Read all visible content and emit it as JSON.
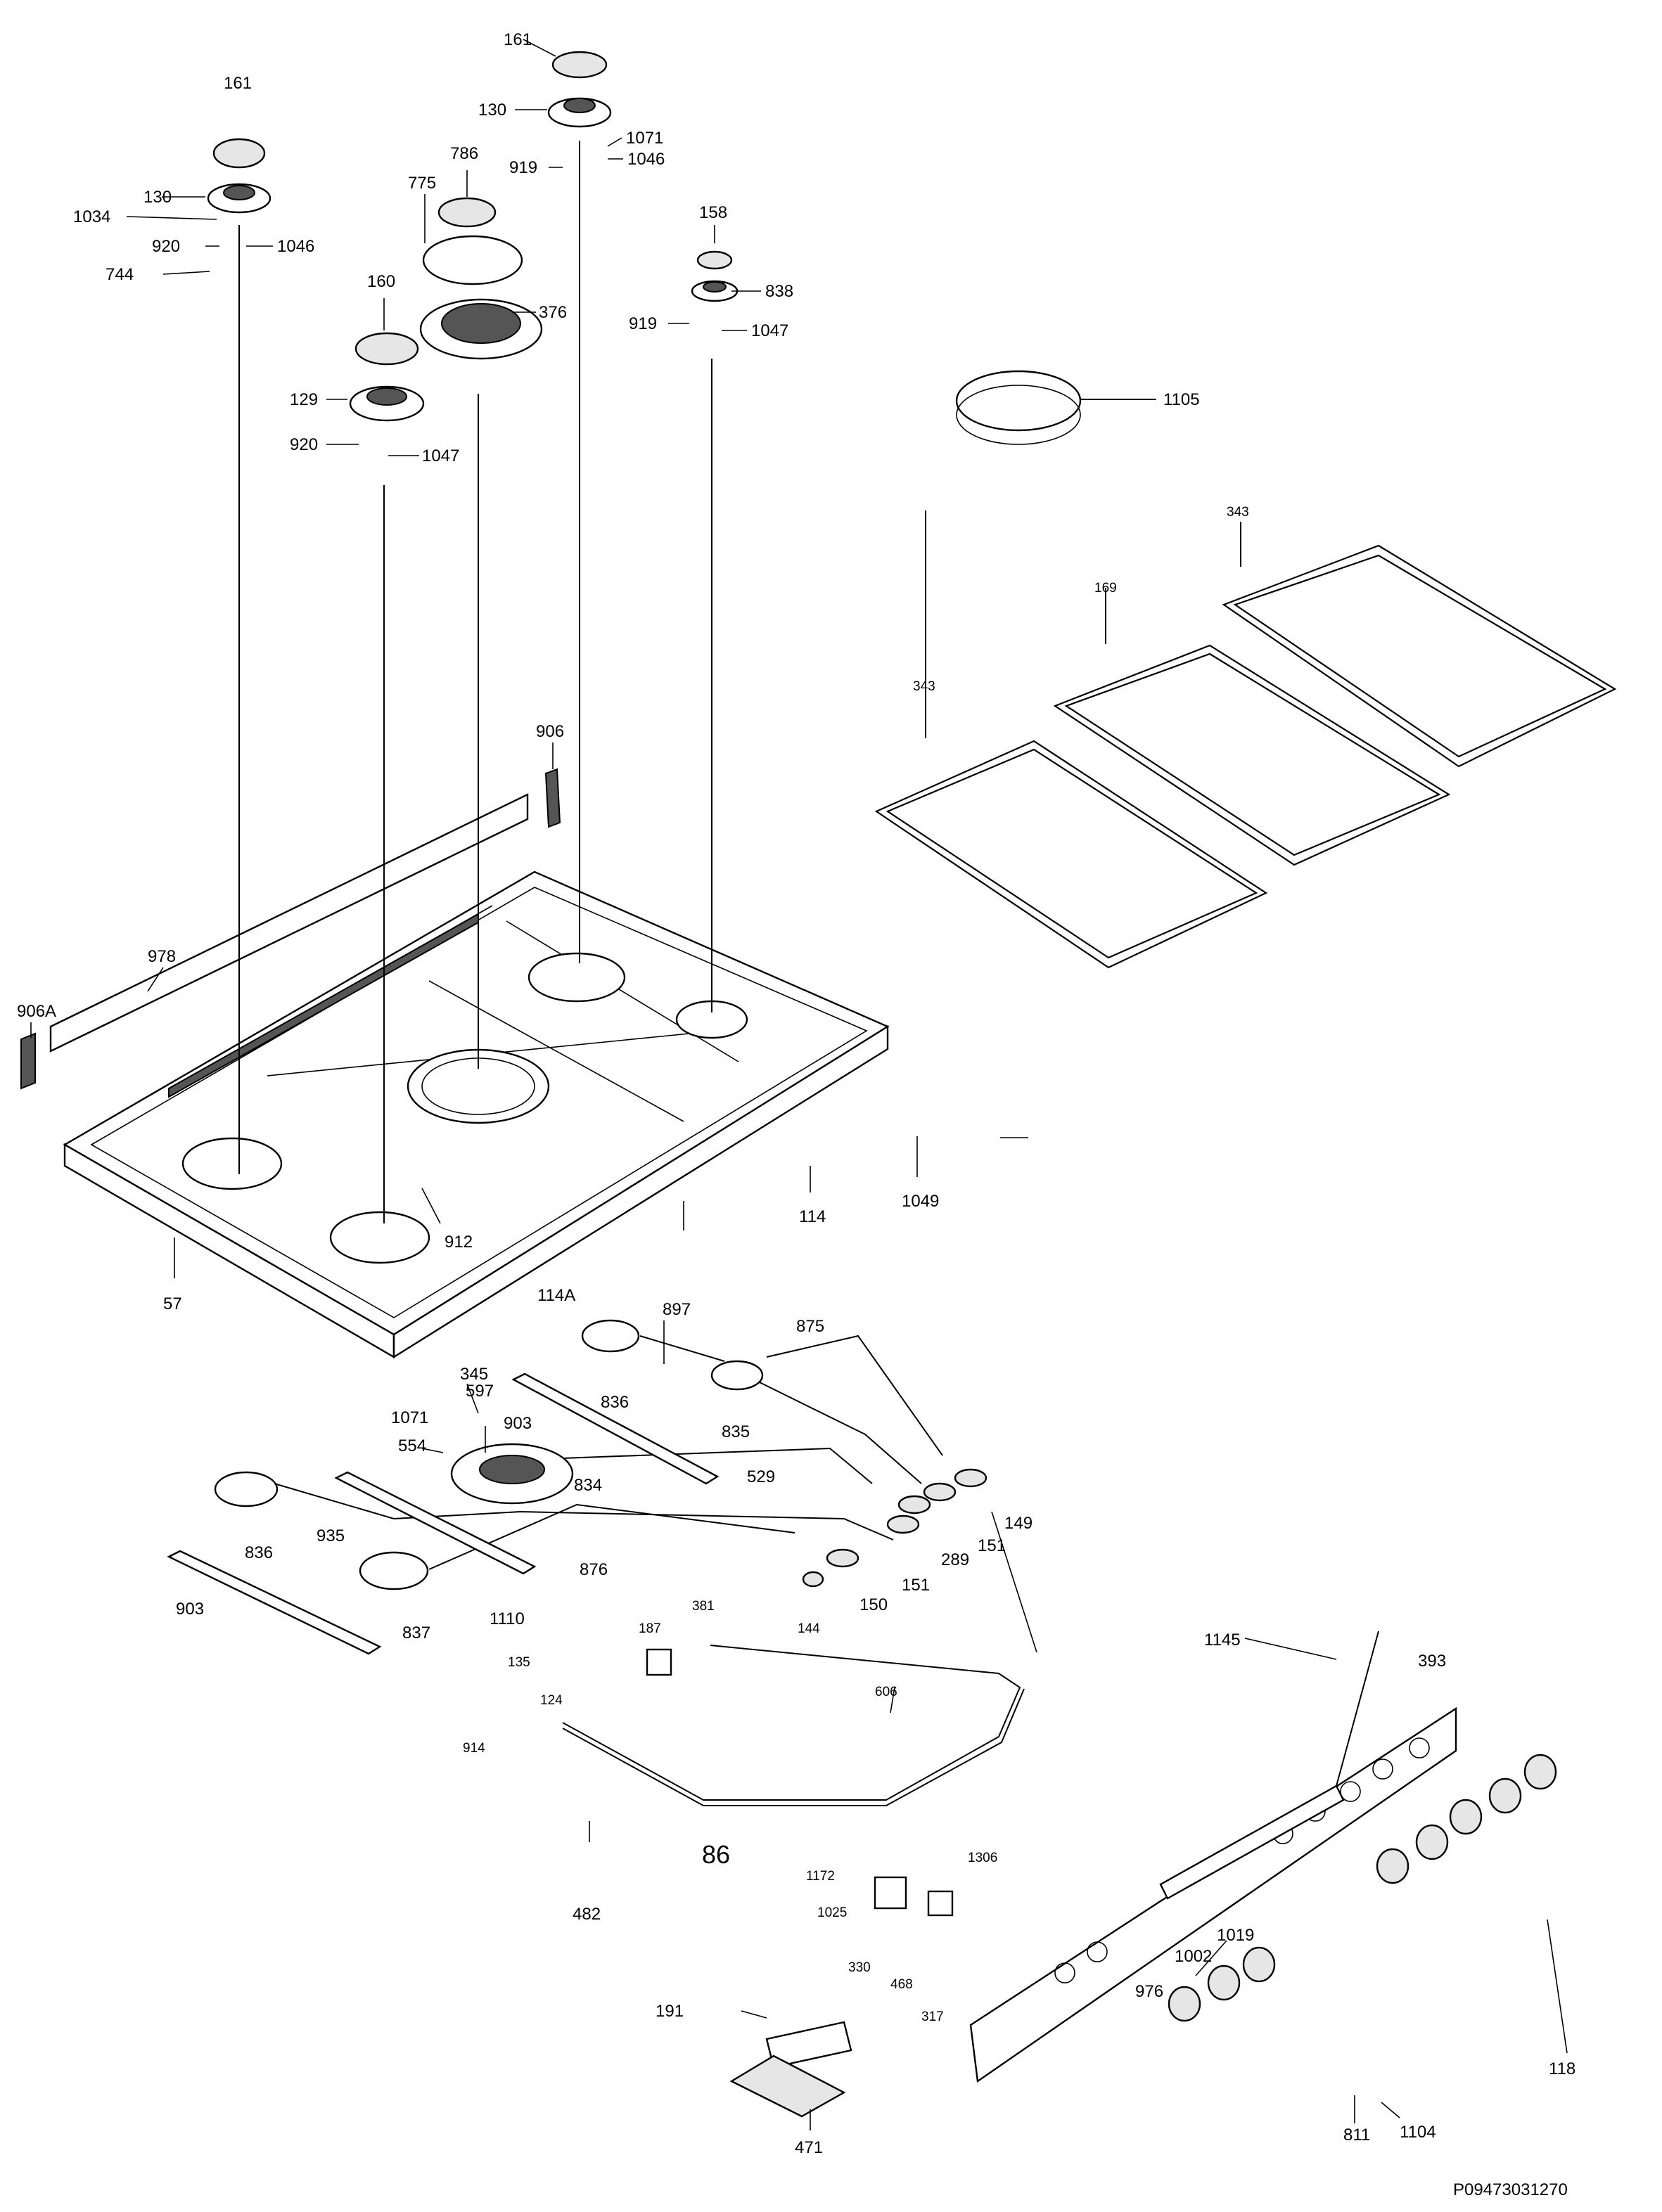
{
  "diagram": {
    "reference_code": "P09473031270",
    "labels": {
      "c161a": "161",
      "c161b": "161",
      "c130a": "130",
      "c130b": "130",
      "c1034": "1034",
      "c920a": "920",
      "c1046a": "1046",
      "c744": "744",
      "c786": "786",
      "c775": "775",
      "c376": "376",
      "c160": "160",
      "c129": "129",
      "c920b": "920",
      "c1047a": "1047",
      "c1071a": "1071",
      "c1046b": "1046",
      "c919a": "919",
      "c158": "158",
      "c838": "838",
      "c919b": "919",
      "c1047b": "1047",
      "c1105": "1105",
      "c343a": "343",
      "c169": "169",
      "c343b": "343",
      "c906": "906",
      "c978": "978",
      "c906A": "906A",
      "c912": "912",
      "c57": "57",
      "c114": "114",
      "c1049": "1049",
      "c114A": "114A",
      "c897": "897",
      "c875": "875",
      "c836a": "836",
      "c835": "835",
      "c345": "345",
      "c597": "597",
      "c903a": "903",
      "c1071b": "1071",
      "c554": "554",
      "c834": "834",
      "c529": "529",
      "c149": "149",
      "c151a": "151",
      "c289": "289",
      "c151b": "151",
      "c935": "935",
      "c876": "876",
      "c836b": "836",
      "c903b": "903",
      "c837": "837",
      "c1110": "1110",
      "c144": "144",
      "c150": "150",
      "c187": "187",
      "c381": "381",
      "c1145": "1145",
      "c393": "393",
      "c135": "135",
      "c124": "124",
      "c914": "914",
      "c606": "606",
      "c86": "86",
      "c482": "482",
      "c1172": "1172",
      "c1306": "1306",
      "c1025": "1025",
      "c330": "330",
      "c468": "468",
      "c317": "317",
      "c1019": "1019",
      "c1002": "1002",
      "c976": "976",
      "c118": "118",
      "c191": "191",
      "c811": "811",
      "c1104": "1104",
      "c471": "471"
    }
  }
}
